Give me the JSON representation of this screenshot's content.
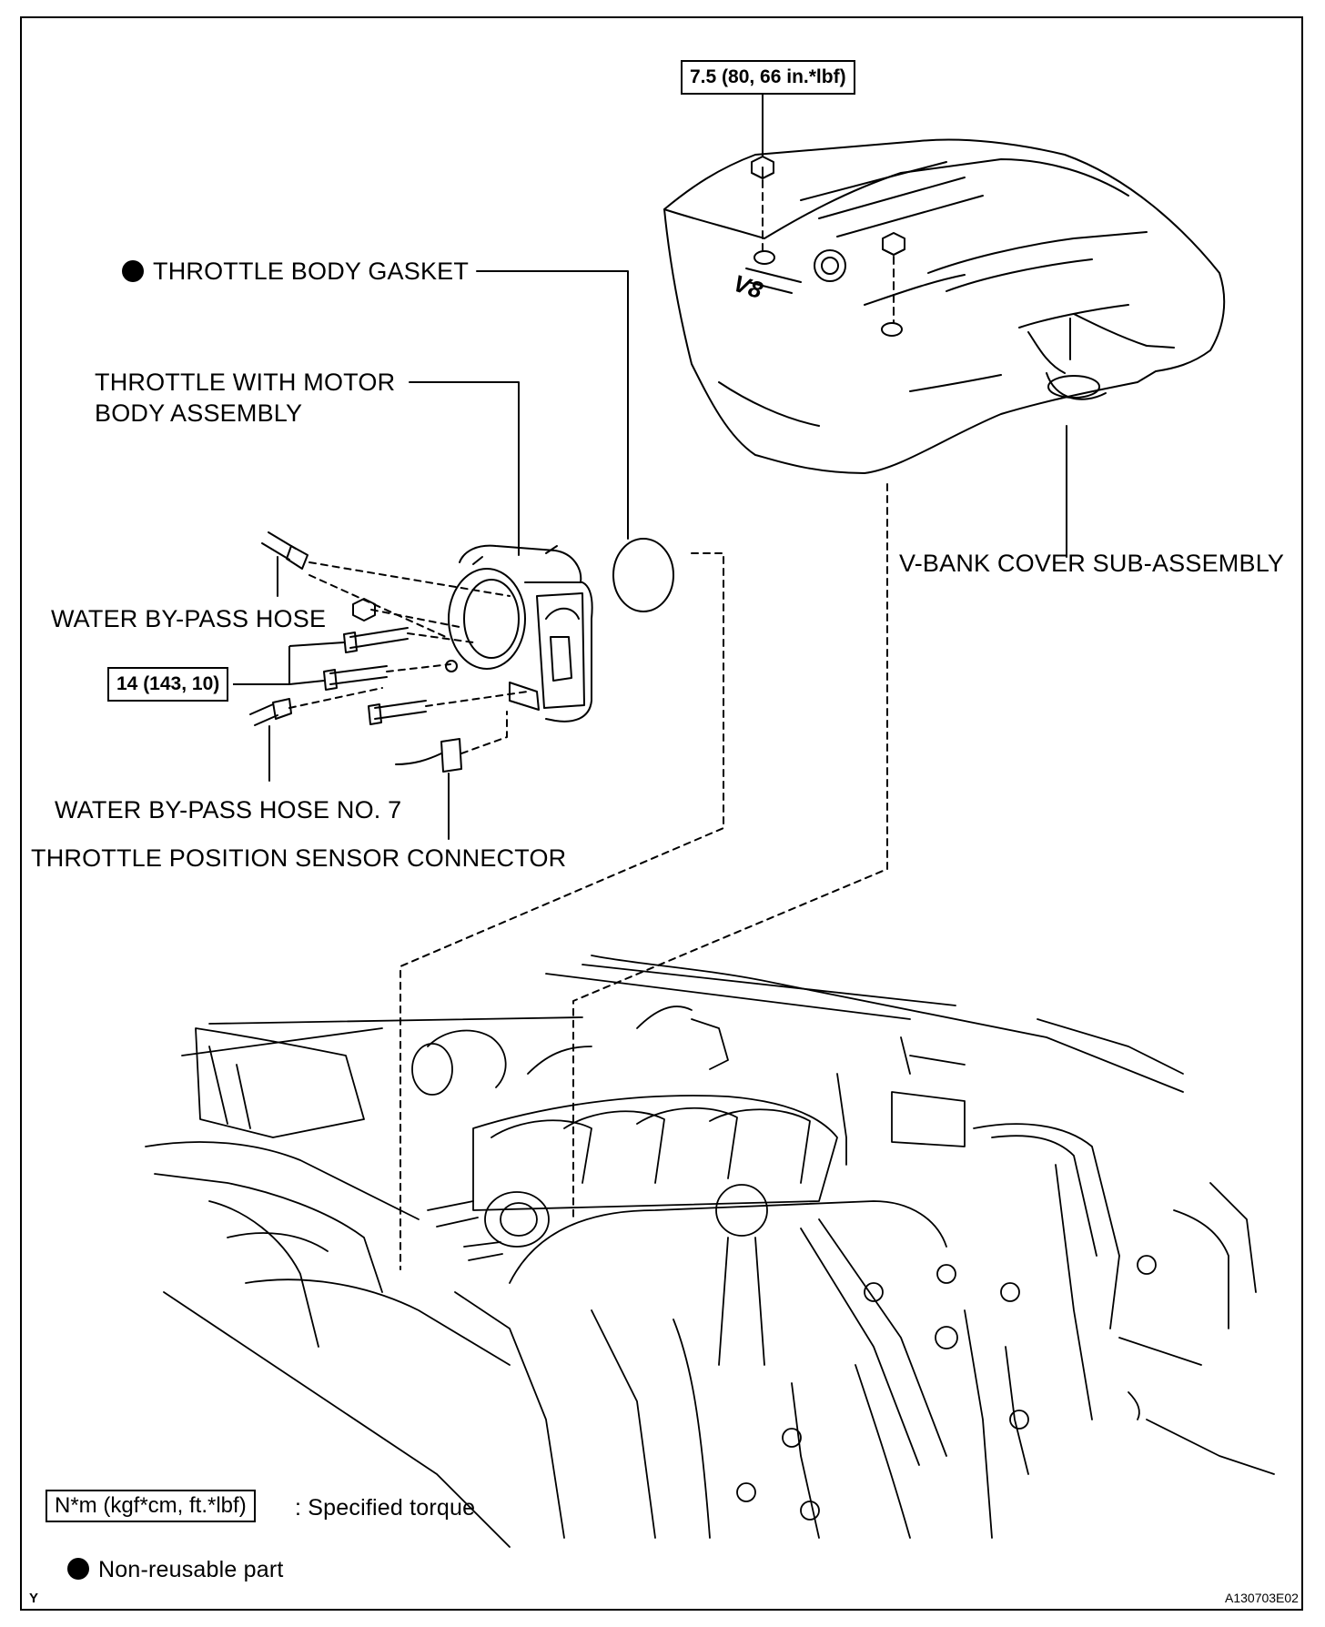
{
  "labels": {
    "torque_top": "7.5 (80, 66 in.*lbf)",
    "throttle_body_gasket": "THROTTLE BODY GASKET",
    "throttle_with_motor_line1": "THROTTLE WITH MOTOR",
    "throttle_with_motor_line2": "BODY ASSEMBLY",
    "water_bypass_hose": "WATER BY-PASS HOSE",
    "torque_bolts": "14 (143, 10)",
    "water_bypass_hose_no7": "WATER BY-PASS HOSE NO. 7",
    "throttle_position_sensor_connector": "THROTTLE POSITION SENSOR CONNECTOR",
    "v_bank_cover": "V-BANK COVER SUB-ASSEMBLY",
    "cover_badge": "V8"
  },
  "legend": {
    "torque_unit": "N*m (kgf*cm, ft.*lbf)",
    "torque_desc": ": Specified torque",
    "non_reusable": "Non-reusable part"
  },
  "footer": {
    "corner_mark": "Y",
    "figure_id": "A130703E02"
  }
}
